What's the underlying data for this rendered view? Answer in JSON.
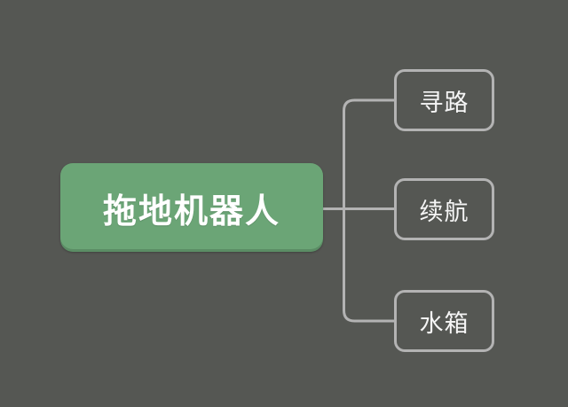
{
  "canvas": {
    "kind": "mindmap"
  },
  "colors": {
    "background": "#555753",
    "root_fill": "#6BA576",
    "root_text": "#FFFFFF",
    "branch_line": "#B3B3B3",
    "child_border": "#B3B3B3",
    "child_text": "#F5F5F5"
  },
  "mindmap": {
    "root": {
      "label": "拖地机器人"
    },
    "children": [
      {
        "label": "寻路"
      },
      {
        "label": "续航"
      },
      {
        "label": "水箱"
      }
    ]
  }
}
